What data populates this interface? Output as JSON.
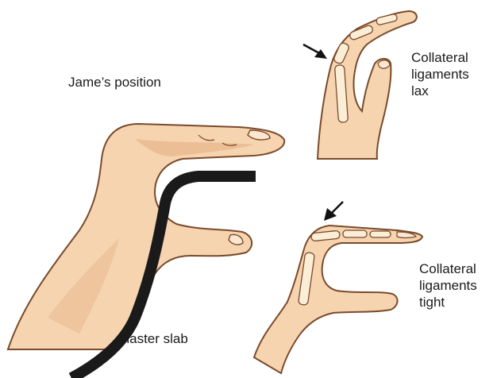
{
  "labels": {
    "james_position": "Jame’s position",
    "plaster_slab": "Plaster slab",
    "lax": [
      "Collateral",
      "ligaments",
      "lax"
    ],
    "tight": [
      "Collateral",
      "ligaments",
      "tight"
    ]
  },
  "colors": {
    "skin": "#f6d4b0",
    "skin_shadow": "#e3aa7c",
    "outline": "#7a4a2a",
    "bone": "#fbeed6",
    "plaster": "#1a1a1a",
    "arrow": "#111111",
    "background": "#ffffff"
  }
}
